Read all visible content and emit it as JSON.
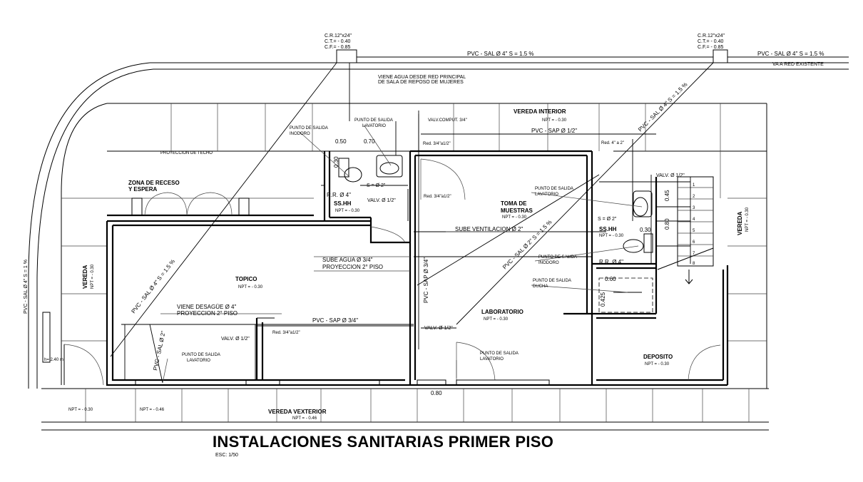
{
  "title": "INSTALACIONES SANITARIAS PRIMER PISO",
  "scale": "ESC: 1/50",
  "boxes": [
    {
      "l1": "C.R.12\"x24\"",
      "l2": "C.T.= - 0.40",
      "l3": "C.F.= - 0.85"
    },
    {
      "l1": "C.R.12\"x24\"",
      "l2": "C.T.= - 0.40",
      "l3": "C.F.= - 0.85"
    }
  ],
  "pipes": {
    "top_sal_1": "PVC - SAL  Ø 4\"  S = 1.5 %",
    "top_sal_2": "PVC - SAL  Ø 4\"  S = 1.5 %",
    "red_existente": "VA A RED EXISTENTE",
    "agua_red": "VIENE AGUA DESDE RED PRINCIPAL",
    "agua_red2": "DE SALA DE REPOSO DE MUJERES",
    "valv_comput": "VALV.COMPUT. 3/4\"",
    "sap_half": "PVC - SAP Ø 1/2\"",
    "red_34": "Red. 3/4\"a1/2\"",
    "red_4_2": "Red. 4\" a 2\"",
    "diag_right": "PVC - SAL Ø 4\"  S = 1.5 %",
    "diag_mid": "PVC - SAL Ø 2\"  S = 1.5 %",
    "diag_left": "PVC - SAL Ø 4\"  S = 1.5 %",
    "sap_34_h": "PVC - SAP  Ø 3/4\"",
    "sap_34_v": "PVC - SAP Ø 3/4\"",
    "sal_2_left": "PVC - SAL Ø 2\"",
    "left_vertical": "PVC - SAL  Ø 4\"  S = 1 %",
    "sube_vent": "SUBE VENTILACION  Ø 2\"",
    "sube_agua": "SUBE AGUA  Ø 3/4\"",
    "proy_2": "PROYECCION 2° PISO",
    "viene_desague": "VIENE DESAGÜE  Ø 4\"",
    "proy_2b": "PROYECCION 2° PISO",
    "valv_half_a": "VALV. Ø 1/2\"",
    "valv_half_b": "VALV. Ø 1/2\"",
    "valv_half_c": "VALV. Ø 1/2\"",
    "valv_half_d": "VALV. Ø 1/2\"",
    "red_34_b": "Red. 3/4\"a1/2\"",
    "red_34_c": "Red. 3/4\"a1/2\"",
    "rr_4_a": "R.R. Ø 4\"",
    "rr_4_b": "R.R. Ø 4\"",
    "s2_a": "S = Ø 2\"",
    "s2_b": "S = Ø 2\""
  },
  "rooms": {
    "vereda_interior": "VEREDA INTERIOR",
    "vereda_interior_npt": "NPT = - 0.30",
    "zona_receso": "ZONA DE RECESO",
    "zona_receso2": "Y ESPERA",
    "proyeccion_techo": "PROYECCION DE TECHO",
    "sshh_1": "SS.HH",
    "sshh_1_npt": "NPT = - 0.30",
    "toma_muestras": "TOMA DE",
    "toma_muestras2": "MUESTRAS",
    "toma_npt": "NPT = - 0.30",
    "topico": "TOPICO",
    "topico_npt": "NPT = - 0.30",
    "laboratorio": "LABORATORIO",
    "laboratorio_npt": "NPT = - 0.30",
    "sshh_2": "SS.HH",
    "sshh_2_npt": "NPT = - 0.30",
    "deposito": "DEPOSITO",
    "deposito_npt": "NPT = - 0.30",
    "vereda_left": "VEREDA",
    "vereda_left_npt": "NPT = - 0.30",
    "vereda_right": "VEREDA",
    "vereda_right_npt": "NPT = - 0.30",
    "vereda_exterior": "VEREDA VEXTERIOR",
    "vereda_exterior_npt": "NPT = - 0.46",
    "npt_030": "NPT = - 0.30",
    "npt_046": "NPT = - 0.46"
  },
  "points": {
    "salida_inodoro": "PUNTO DE SALIDA",
    "salida_inodoro2": "INODORO",
    "salida_lavatorio": "PUNTO DE SALIDA",
    "salida_lavatorio2": "LAVATORIO",
    "r_lav": "PUNTO DE SALIDA",
    "r_lav2": "LAVATORIO",
    "r_ino": "PUNTO DE SALIDA",
    "r_ino2": "INODORO",
    "r_ducha": "PUNTO DE SALIDA",
    "r_ducha2": "DUCHA",
    "top_lav": "PUNTO DE SALIDA",
    "top_lav2": "LAVATORIO",
    "lab_lav": "PUNTO DE SALIDA",
    "lab_lav2": "LAVATORIO"
  },
  "dims": {
    "d050": "0.50",
    "d070": "0.70",
    "d030a": "0.30",
    "d045": "0.45",
    "d080a": "0.80",
    "d030b": "0.30",
    "d060": "0.60",
    "d0425": "0.425",
    "d080b": "0.80",
    "h_note": "h= 2.40 m"
  },
  "stairs": [
    "1",
    "2",
    "3",
    "4",
    "5",
    "6",
    "7",
    "8"
  ]
}
